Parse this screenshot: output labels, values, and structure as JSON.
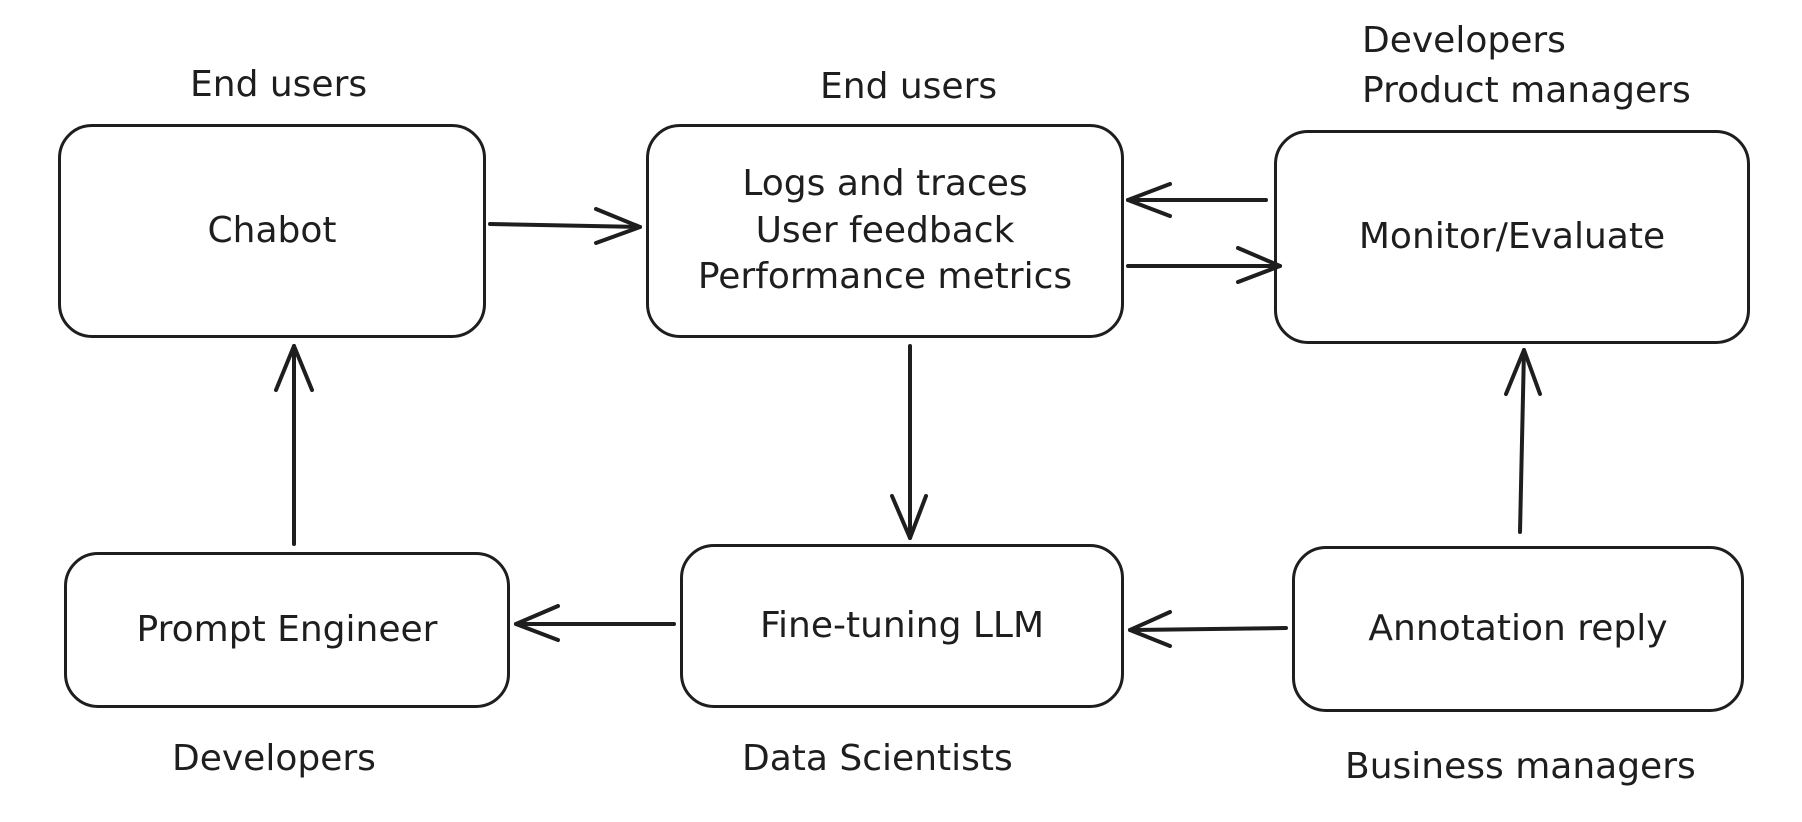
{
  "nodes": {
    "chatbot": {
      "label": "Chabot",
      "role": "End users"
    },
    "logs": {
      "lines": [
        "Logs and traces",
        "User feedback",
        "Performance metrics"
      ],
      "role": "End users"
    },
    "monitor": {
      "label": "Monitor/Evaluate",
      "roles": [
        "Developers",
        "Product managers"
      ]
    },
    "prompt_engineer": {
      "label": "Prompt Engineer",
      "role": "Developers"
    },
    "fine_tuning": {
      "label": "Fine-tuning LLM",
      "role": "Data Scientists"
    },
    "annotation": {
      "label": "Annotation reply",
      "role": "Business managers"
    }
  },
  "colors": {
    "stroke": "#1e1e1e",
    "background": "#ffffff"
  }
}
